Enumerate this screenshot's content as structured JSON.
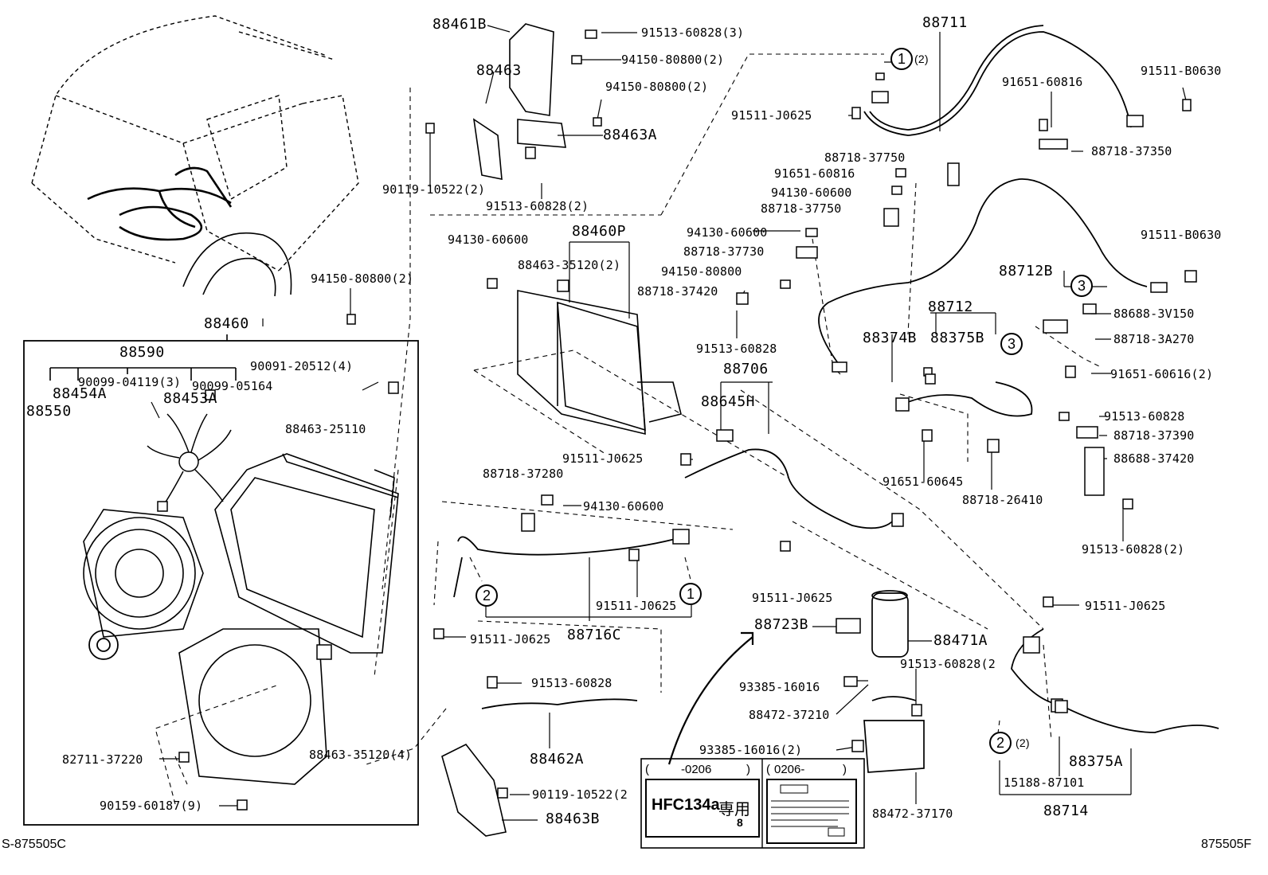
{
  "part_numbers": {
    "p88461B": "88461B",
    "p91513_3": "91513-60828(3)",
    "p94150_2a": "94150-80800(2)",
    "p88463": "88463",
    "p94150_2b": "94150-80800(2)",
    "p88463A": "88463A",
    "p90119_2a": "90119-10522(2)",
    "p91513_2a": "91513-60828(2)",
    "p88711": "88711",
    "p91511_J0625_a": "91511-J0625",
    "p91651_60816_a": "91651-60816",
    "p91511_B0630_a": "91511-B0630",
    "p88718_37350": "88718-37350",
    "p88718_37750_a": "88718-37750",
    "p91651_60816_b": "91651-60816",
    "p94130_60600_a": "94130-60600",
    "p88718_37750_b": "88718-37750",
    "p94130_60600_b": "94130-60600",
    "p88718_37730": "88718-37730",
    "p94150_80800_c": "94150-80800",
    "p88718_37420": "88718-37420",
    "p91513_60828_a": "91513-60828",
    "p91511_B0630_b": "91511-B0630",
    "p88712B": "88712B",
    "p88688_3V150": "88688-3V150",
    "p88712": "88712",
    "p88374B": "88374B",
    "p88375B": "88375B",
    "p88718_3A270": "88718-3A270",
    "p91651_60616": "91651-60616(2)",
    "p88706": "88706",
    "p88645H": "88645H",
    "p91513_60828_b": "91513-60828",
    "p88718_37390": "88718-37390",
    "p88688_37420": "88688-37420",
    "p91511_J0625_b": "91511-J0625",
    "p91651_60645": "91651-60645",
    "p88718_26410": "88718-26410",
    "p91513_60828_2b": "91513-60828(2)",
    "p94150_80800_2c": "94150-80800(2)",
    "p88460": "88460",
    "p88590": "88590",
    "p90099_04119": "90099-04119(3)",
    "p90099_05164": "90099-05164",
    "p90091_20512": "90091-20512(4)",
    "p88454A": "88454A",
    "p88453A": "88453A",
    "p88550": "88550",
    "p88463_25110": "88463-25110",
    "p94130_60600_c": "94130-60600",
    "p88460P": "88460P",
    "p88463_35120_2": "88463-35120(2)",
    "p88718_37280": "88718-37280",
    "p94130_60600_d": "94130-60600",
    "p91511_J0625_c": "91511-J0625",
    "p91511_J0625_d": "91511-J0625",
    "p88716C": "88716C",
    "p91511_J0625_e": "91511-J0625",
    "p91511_J0625_f": "91511-J0625",
    "p88723B": "88723B",
    "p88471A": "88471A",
    "p91513_60828_2c": "91513-60828(2",
    "p93385_16016_a": "93385-16016",
    "p88472_37210": "88472-37210",
    "p93385_16016_2": "93385-16016(2)",
    "p88472_37170": "88472-37170",
    "p91513_60828_c": "91513-60828",
    "p88462A": "88462A",
    "p90119_10522_2b": "90119-10522(2",
    "p88463B": "88463B",
    "p82711_37220": "82711-37220",
    "p88463_35120_4": "88463-35120(4)",
    "p90159_60187": "90159-60187(9)",
    "p88375A": "88375A",
    "p15188_87101": "15188-87101",
    "p88714": "88714"
  },
  "callouts": {
    "c1_top": "1",
    "c1_top_qty": "(2)",
    "c3_a": "3",
    "c3_b": "3",
    "c2_left": "2",
    "c1_left": "1",
    "c2_right": "2",
    "c2_right_qty": "(2)"
  },
  "label_card": {
    "left_period": "-0206",
    "right_period": "0206-",
    "refrigerant": "HFC134a",
    "refrigerant_suffix": "専用",
    "qty": "8"
  },
  "footer": {
    "left_code": "S-875505C",
    "right_code": "875505F"
  }
}
